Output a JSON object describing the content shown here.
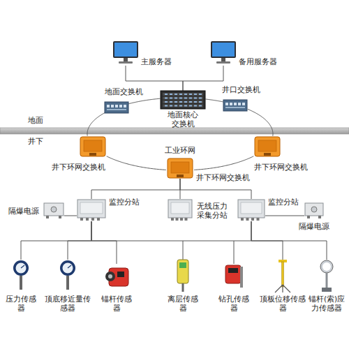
{
  "diagram": {
    "nodes": [
      {
        "text": [
          "主服务器"
        ]
      },
      {
        "text": [
          "备用服务器"
        ]
      },
      {
        "text": [
          "地面交换机"
        ]
      },
      {
        "text": [
          "地面核心交换机"
        ]
      },
      {
        "text": [
          "井口交换机"
        ]
      },
      {
        "text": [
          "井下环网交换机"
        ]
      },
      {
        "text": [
          "井下环网交换机"
        ]
      },
      {
        "text": [
          "井下环网交换机"
        ]
      },
      {
        "text": [
          "隔爆电源"
        ]
      },
      {
        "text": [
          "监控分站"
        ]
      },
      {
        "text": [
          "无线压力采集分站"
        ]
      },
      {
        "text": [
          "监控分站"
        ]
      },
      {
        "text": [
          "隔爆电源"
        ]
      },
      {
        "text": [
          "压力传感器"
        ]
      },
      {
        "text": [
          "顶底移近量传感器"
        ]
      },
      {
        "text": [
          "锚杆传感器"
        ]
      },
      {
        "text": [
          "离层传感器"
        ]
      },
      {
        "text": [
          "钻孔传感器"
        ]
      },
      {
        "text": [
          "顶板位移传感器"
        ]
      },
      {
        "text": [
          "锚杆(索)应力传感器"
        ]
      }
    ],
    "edges": [
      {
        "from": 0,
        "to": 3,
        "arrow": "none"
      },
      {
        "from": 1,
        "to": 3,
        "arrow": "none"
      },
      {
        "from": 2,
        "to": 3,
        "arrow": "none"
      },
      {
        "from": 3,
        "to": 4,
        "arrow": "none"
      },
      {
        "from": 4,
        "to": 6,
        "arrow": "none"
      },
      {
        "from": 6,
        "to": 7,
        "arrow": "none"
      },
      {
        "from": 7,
        "to": 5,
        "arrow": "none"
      },
      {
        "from": 5,
        "to": 2,
        "arrow": "none"
      },
      {
        "from": 7,
        "to": 9,
        "arrow": "none"
      },
      {
        "from": 7,
        "to": 10,
        "arrow": "none"
      },
      {
        "from": 7,
        "to": 11,
        "arrow": "none"
      },
      {
        "from": 8,
        "to": 9,
        "arrow": "none"
      },
      {
        "from": 11,
        "to": 12,
        "arrow": "none"
      },
      {
        "from": 9,
        "to": 13,
        "arrow": "none"
      },
      {
        "from": 9,
        "to": 14,
        "arrow": "none"
      },
      {
        "from": 9,
        "to": 15,
        "arrow": "none"
      },
      {
        "from": 9,
        "to": 16,
        "arrow": "none"
      },
      {
        "from": 11,
        "to": 17,
        "arrow": "none"
      },
      {
        "from": 11,
        "to": 18,
        "arrow": "none"
      },
      {
        "from": 11,
        "to": 19,
        "arrow": "none"
      }
    ],
    "labels": [
      "地面",
      "井下",
      "工业环网"
    ]
  }
}
